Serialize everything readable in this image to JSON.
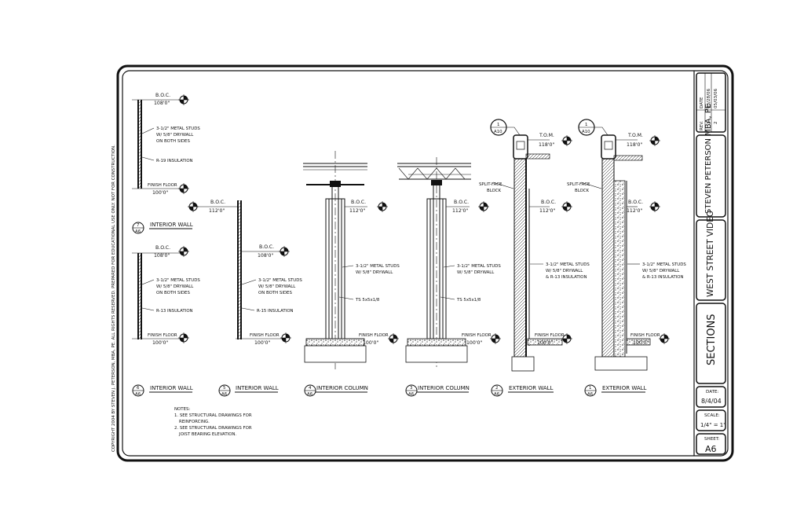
{
  "copyright": "COPYRIGHT 2004 BY STEVEN J. PETERSON, MBA, PE.  ALL RIGHTS RESERVED.  PREPARED FOR EDUCATIONAL USE ONLY.  NOT FOR CONSTRUCTION.",
  "title_block": {
    "rev_header": "REV.",
    "date_header": "DATE",
    "revisions": [
      {
        "rev": "1",
        "date": "03/28/06"
      },
      {
        "rev": "2",
        "date": "05/03/06"
      }
    ],
    "designer": "STEVEN PETERSON MBA, PE",
    "project": "WEST STREET VIDEO",
    "sheet_title": "SECTIONS",
    "date_label": "DATE:",
    "date_value": "8/4/04",
    "scale_label": "SCALE:",
    "scale_value": "1/4\" = 1'",
    "sheet_label": "SHEET:",
    "sheet_value": "A6"
  },
  "labels": {
    "boc": "B.O.C.",
    "tom": "T.O.M.",
    "finish_floor": "FINISH FLOOR",
    "ff_elev": "100'0\"",
    "boc_108": "108'0\"",
    "boc_112": "112'0\"",
    "tom_118": "118'0\"",
    "studs_both_1": "3-1/2\" METAL STUDS",
    "studs_both_2": "W/ 5/8\" DRYWALL",
    "studs_both_3": "ON BOTH SIDES",
    "r19": "R-19 INSULATION",
    "r13": "R-13 INSULATION",
    "r15": "R-15 INSULATION",
    "r43": "& R-13 INSULATION",
    "col_studs_1": "3-1/2\" METAL STUDS",
    "col_studs_2": "W/ 5/8\" DRYWALL",
    "ts": "TS 5x5x1/8",
    "split_face_1": "SPLIT-FACE",
    "split_face_2": "BLOCK",
    "ext_studs_1": "3-1/2\" METAL STUDS",
    "ext_studs_2": "W/ 5/8\" DRYWALL",
    "ext_studs_3": "& R-13 INSULATION",
    "sheet_ref": "A6"
  },
  "section_titles": [
    {
      "num": "7",
      "title": "INTERIOR WALL"
    },
    {
      "num": "6",
      "title": "INTERIOR WALL"
    },
    {
      "num": "5",
      "title": "INTERIOR WALL"
    },
    {
      "num": "4",
      "title": "INTERIOR COLUMN"
    },
    {
      "num": "3",
      "title": "INTERIOR COLUMN"
    },
    {
      "num": "2",
      "title": "EXTERIOR WALL"
    },
    {
      "num": "1",
      "title": "EXTERIOR WALL"
    }
  ],
  "callout_tags": [
    {
      "num": "1",
      "sheet": "A10"
    },
    {
      "num": "1",
      "sheet": "A10"
    }
  ],
  "notes": {
    "header": "NOTES:",
    "line1": "1. SEE STRUCTURAL DRAWINGS FOR",
    "line2": "REINFORCING.",
    "line3": "2. SEE STRUCTURAL DRAWINGS FOR",
    "line4": "JOIST BEARING ELEVATION."
  }
}
